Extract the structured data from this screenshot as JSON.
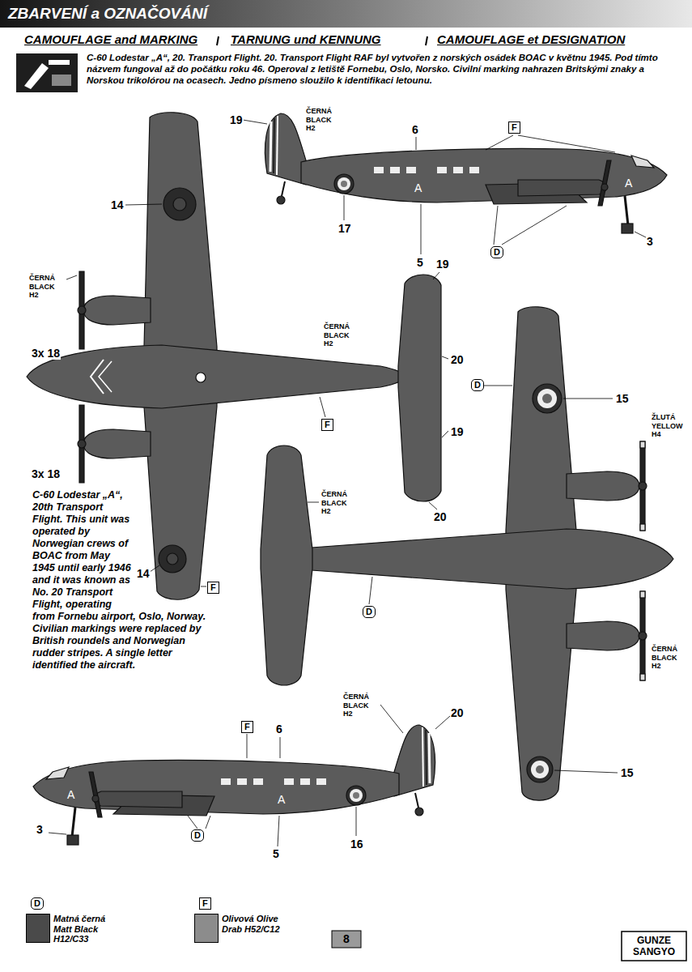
{
  "diagram": {
    "title": "ZBARVENÍ a OZNAČOVÁNÍ",
    "labels": [
      "CAMOUFLAGE and MARKING",
      "TARNUNG und KENNUNG",
      "CAMOUFLAGE et DESIGNATION",
      "C-60 Lodestar „A“, 20. Transport Flight. 20. Transport Flight RAF byl vytvořen z norských osádek BOAC v květnu 1945. Pod tímto názvem fungoval až do počátku roku 46. Operoval z letiště Fornebu, Oslo, Norsko. Civilní marking nahrazen Britskými znaky a Norskou trikolórou na ocasech. Jedno písmeno sloužilo k identifikaci letounu.",
      "19",
      "ČERNÁ BLACK H2",
      "6",
      "F",
      "A",
      "A",
      "17",
      "5",
      "D",
      "3",
      "14",
      "ČERNÁ BLACK H2",
      "3x 18",
      "19",
      "ČERNÁ BLACK H2",
      "20",
      "D",
      "15",
      "F",
      "ŽLUTÁ YELLOW H4",
      "19",
      "3x 18",
      "C-60 Lodestar „A“, 20th Transport Flight. This unit was operated by Norwegian crews of BOAC from May 1945 until early 1946 and it was known as No. 20 Transport Flight, operating from Fornebu airport, Oslo, Norway. Civilian markings were replaced by British roundels and Norwegian rudder stripes. A single letter identified the aircraft.",
      "ČERNÁ BLACK H2",
      "20",
      "14",
      "F",
      "D",
      "ČERNÁ BLACK H2",
      "ČERNÁ BLACK H2",
      "20",
      "F",
      "6",
      "15",
      "A",
      "A",
      "3",
      "D",
      "16",
      "5",
      "D",
      "F",
      "8",
      "GUNZE SANGYO"
    ],
    "legend": [
      {
        "text": "Matná černá Matt Black H12/C33",
        "color": "#4a4a4a"
      },
      {
        "text": "Olivová Olive Drab H52/C12",
        "color": "#8c8c8c"
      }
    ]
  }
}
